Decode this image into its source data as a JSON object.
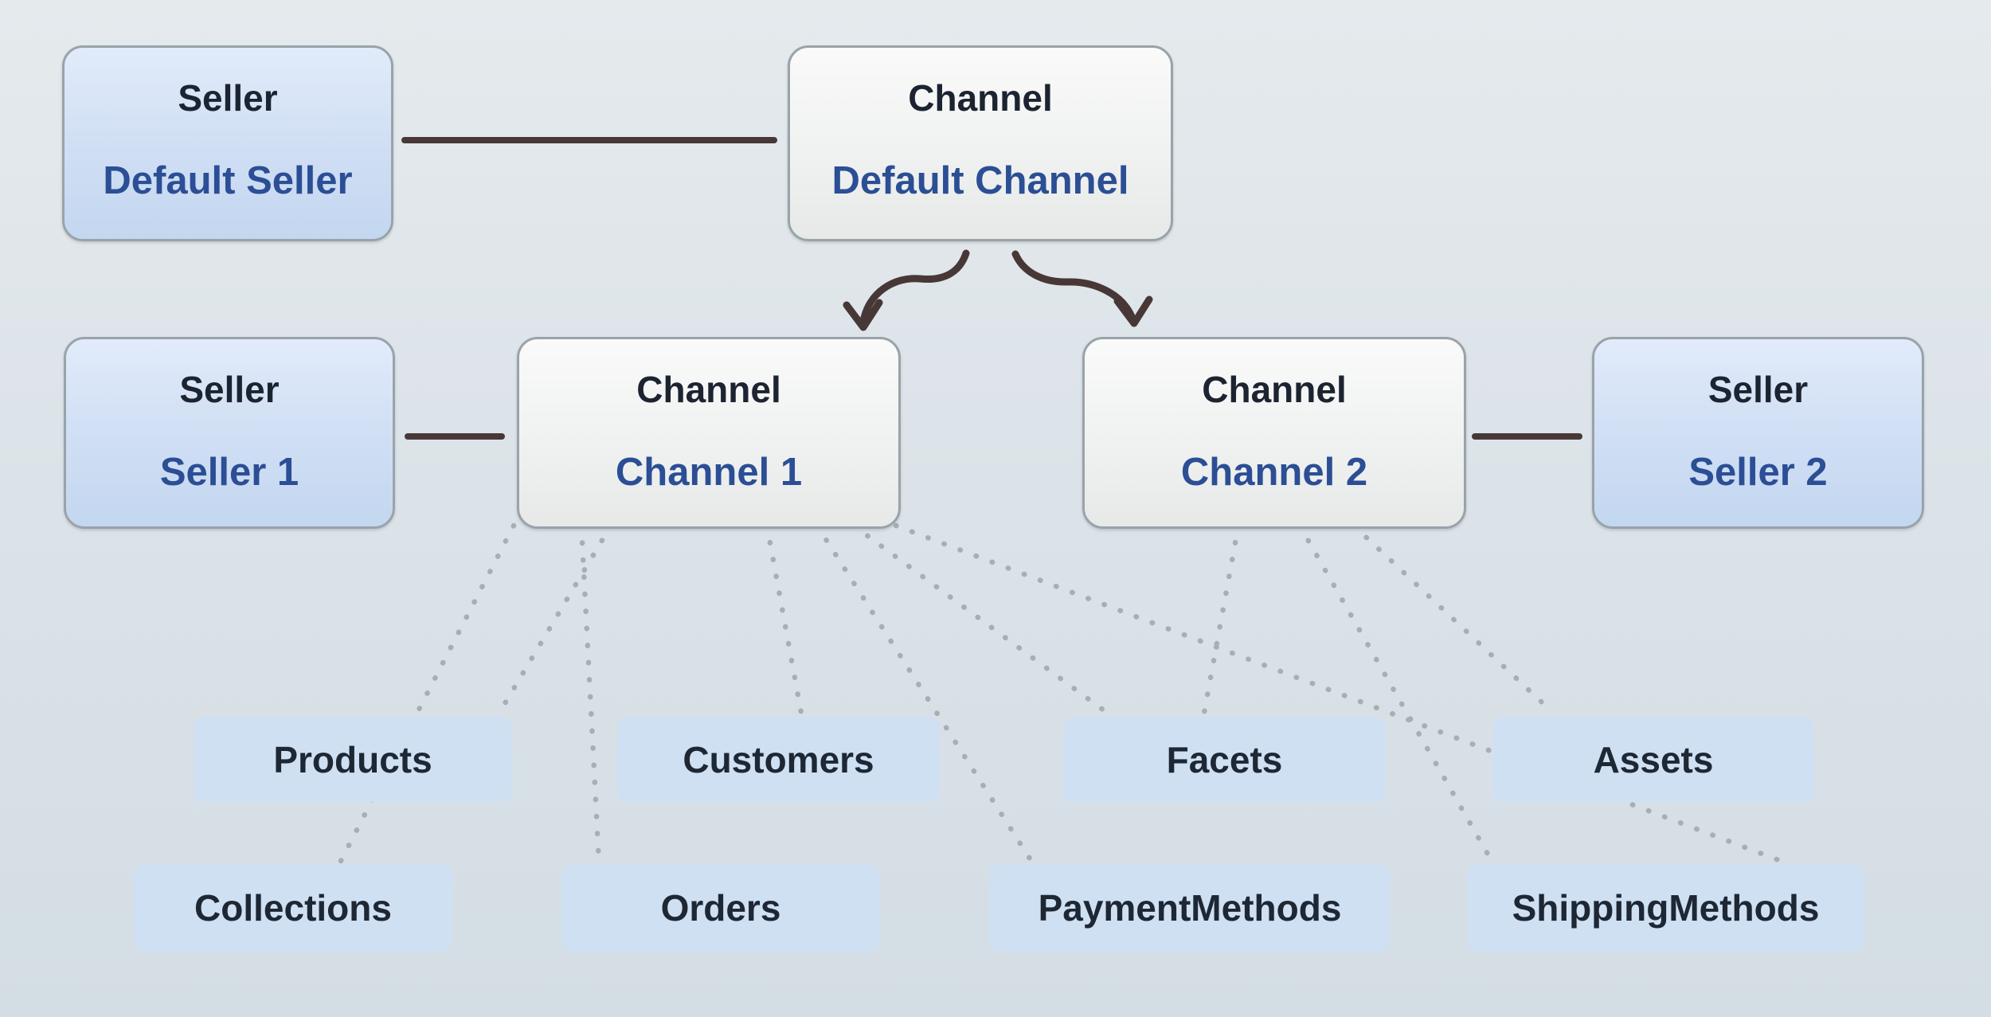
{
  "diagram": {
    "nodes": {
      "default_seller": {
        "title": "Seller",
        "name": "Default Seller"
      },
      "default_channel": {
        "title": "Channel",
        "name": "Default Channel"
      },
      "seller1": {
        "title": "Seller",
        "name": "Seller 1"
      },
      "channel1": {
        "title": "Channel",
        "name": "Channel 1"
      },
      "channel2": {
        "title": "Channel",
        "name": "Channel 2"
      },
      "seller2": {
        "title": "Seller",
        "name": "Seller 2"
      }
    },
    "entities": {
      "products": "Products",
      "customers": "Customers",
      "facets": "Facets",
      "assets": "Assets",
      "collections": "Collections",
      "orders": "Orders",
      "payment_methods": "PaymentMethods",
      "shipping_methods": "ShippingMethods"
    },
    "edges": {
      "solid": [
        {
          "from": "Default Seller",
          "to": "Default Channel"
        },
        {
          "from": "Seller 1",
          "to": "Channel 1"
        },
        {
          "from": "Channel 2",
          "to": "Seller 2"
        }
      ],
      "arrows": [
        {
          "from": "Default Channel",
          "to": "Channel 1"
        },
        {
          "from": "Default Channel",
          "to": "Channel 2"
        }
      ],
      "dotted": [
        {
          "from": "Channel 1",
          "to": "Products"
        },
        {
          "from": "Channel 1",
          "to": "Collections"
        },
        {
          "from": "Channel 1",
          "to": "Orders"
        },
        {
          "from": "Channel 1",
          "to": "Customers"
        },
        {
          "from": "Channel 1",
          "to": "PaymentMethods"
        },
        {
          "from": "Channel 1",
          "to": "Facets"
        },
        {
          "from": "Channel 1",
          "to": "ShippingMethods"
        },
        {
          "from": "Channel 2",
          "to": "Facets"
        },
        {
          "from": "Channel 2",
          "to": "Assets"
        },
        {
          "from": "Channel 2",
          "to": "ShippingMethods"
        }
      ]
    },
    "colors": {
      "background_top": "#e5eaed",
      "background_bottom": "#d3dde4",
      "node_blue_top": "#e1ebfa",
      "node_blue_bottom": "#c3d7f0",
      "node_white_top": "#f9faf9",
      "node_white_bottom": "#e7e9e8",
      "node_border": "#99a3aa",
      "title_text": "#1c2431",
      "name_text": "#2b4e95",
      "chip_fill": "#cfe0f3",
      "chip_text": "#1e2734",
      "connector": "#473837",
      "dotted_line": "#a7afb5"
    }
  }
}
